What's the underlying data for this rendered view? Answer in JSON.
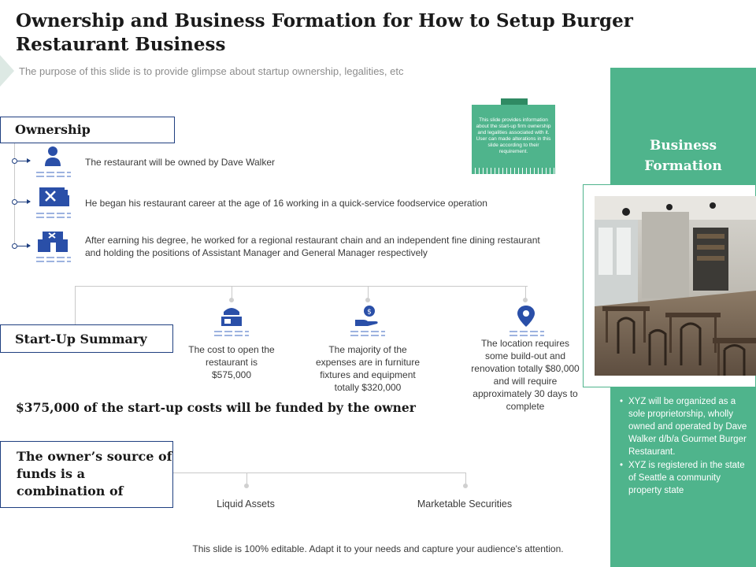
{
  "title": "Ownership and Business Formation for How to Setup Burger Restaurant Business",
  "subtitle": "The purpose of this slide is to provide glimpse about startup ownership, legalities, etc",
  "note": "This slide provides information about the start-up firm ownership and legalities associated with it. User can made alterations in this slide according to their requirement.",
  "ownership": {
    "heading": "Ownership",
    "items": [
      {
        "icon": "person-icon",
        "text": "The restaurant  will be owned  by Dave Walker"
      },
      {
        "icon": "restaurant-icon",
        "text": "He began his restaurant career at the age of 16 working in a quick-service foodservice  operation"
      },
      {
        "icon": "store-icon",
        "text": "After earning his degree,  he worked for a regional restaurant chain and an independent fine dining restaurant and holding the positions of Assistant Manager and General Manager respectively"
      }
    ]
  },
  "startup": {
    "heading": "Start-Up Summary",
    "items": [
      {
        "icon": "shop-counter-icon",
        "text": "The cost to open the restaurant is $575,000"
      },
      {
        "icon": "money-hand-icon",
        "text": "The majority of the expenses are in furniture fixtures and equipment totally $320,000"
      },
      {
        "icon": "location-pin-icon",
        "text": "The location requires some build-out and renovation totally $80,000 and will require approximately 30 days to complete"
      }
    ]
  },
  "funded": "$375,000 of the start-up costs will be funded by the owner",
  "source": {
    "heading": "The owner’s source of funds is a combination of",
    "items": [
      "Liquid Assets",
      "Marketable Securities"
    ]
  },
  "business_formation": {
    "title": "Business Formation",
    "points": [
      "XYZ will be organized as a sole proprietorship, wholly owned and operated by Dave Walker d/b/a Gourmet Burger Restaurant.",
      "XYZ is registered in the state of Seattle a community property state"
    ]
  },
  "footer": "This slide is 100% editable. Adapt it to your needs and capture your audience's attention.",
  "colors": {
    "accent_green": "#4fb48c",
    "accent_blue": "#1f3f80",
    "icon_blue": "#2a4fa8"
  }
}
